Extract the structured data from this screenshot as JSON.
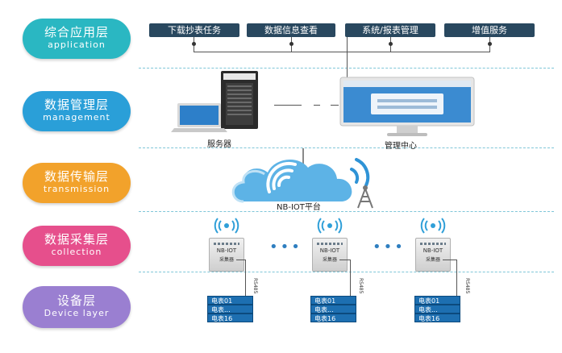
{
  "layers": [
    {
      "zh": "综合应用层",
      "en": "application",
      "color": "#2ab7c2"
    },
    {
      "zh": "数据管理层",
      "en": "management",
      "color": "#2a9fd8"
    },
    {
      "zh": "数据传输层",
      "en": "transmission",
      "color": "#f2a22b"
    },
    {
      "zh": "数据采集层",
      "en": "collection",
      "color": "#e64f8c"
    },
    {
      "zh": "设备层",
      "en": "Device layer",
      "color": "#9a7fd1"
    }
  ],
  "application": {
    "buttons": [
      "下载抄表任务",
      "数据信息查看",
      "系统/报表管理",
      "增值服务"
    ]
  },
  "management": {
    "server_label": "服务器",
    "center_label": "管理中心"
  },
  "transmission": {
    "platform_label": "NB-IOT平台"
  },
  "collection": {
    "device_line1": "NB-IOT",
    "device_line2": "采集器",
    "bus_label": "RS485"
  },
  "devices": {
    "meters": [
      "电表01",
      "电表...",
      "电表16"
    ]
  }
}
